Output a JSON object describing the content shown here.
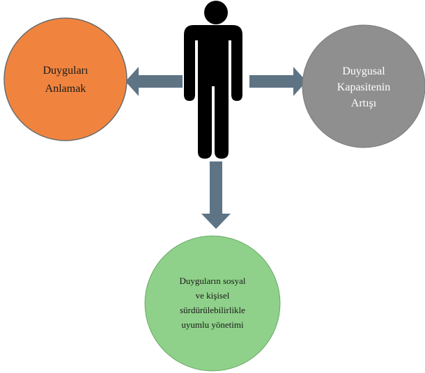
{
  "nodes": {
    "left": {
      "label": "Duyguları\nAnlamak",
      "fill": "#f0843f",
      "stroke": "#6b6b6b"
    },
    "right": {
      "label": "Duygusal\nKapasitenin\nArtışı",
      "fill": "#8f8f8f",
      "stroke": "#7a7a7a"
    },
    "bottom": {
      "label": "Duyguların sosyal\nve kişisel\nsürdürülebilirlikle\nuyumlu yönetimi",
      "fill": "#8fd18a",
      "stroke": "#6aa866"
    }
  },
  "colors": {
    "person": "#000000",
    "arrow": "#5e7485"
  },
  "icons": {
    "center": "person-icon"
  }
}
